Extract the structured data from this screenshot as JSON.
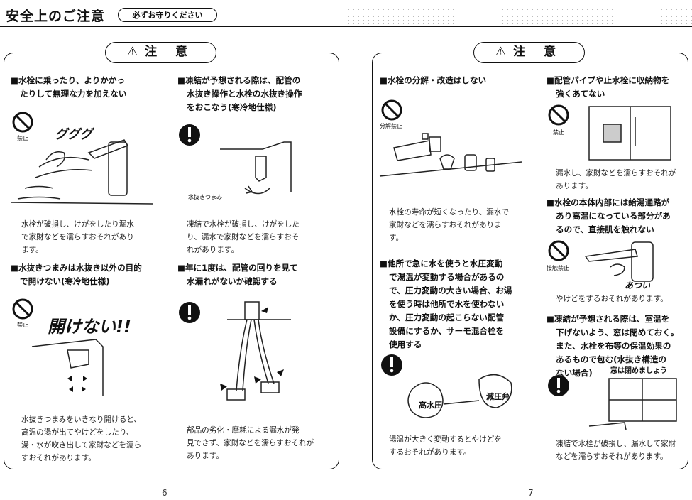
{
  "header": {
    "title": "安全上のご注意",
    "badge": "必ずお守りください"
  },
  "left_page": {
    "panel_title": "注 意",
    "page_number": "6",
    "sections": [
      {
        "heading": [
          "■水栓に乗ったり、よりかかっ",
          "たりして無理な力を加えない"
        ],
        "icon_label": "禁止",
        "sound": "グググ",
        "body": [
          "水栓が破損し、けがをしたり漏水",
          "で家財などを濡らすおそれがあり",
          "ます。"
        ]
      },
      {
        "heading": [
          "■凍結が予想される際は、配管の",
          "水抜き操作と水栓の水抜き操作",
          "をおこなう(寒冷地仕様)"
        ],
        "caption": "水抜きつまみ",
        "body": [
          "凍結で水栓が破損し、けがをした",
          "り、漏水で家財などを濡らすおそ",
          "れがあります。"
        ]
      },
      {
        "heading": [
          "■水抜きつまみは水抜き以外の目的",
          "で開けない(寒冷地仕様)"
        ],
        "icon_label": "禁止",
        "sound": "開けない!!",
        "body": [
          "水抜きつまみをいきなり開けると、",
          "高温の湯が出てやけどをしたり、",
          "湯・水が吹き出して家財などを濡ら",
          "すおそれがあります。"
        ]
      },
      {
        "heading": [
          "■年に1度は、配管の回りを見て",
          "水漏れがないか確認する"
        ],
        "body": [
          "部品の劣化・摩耗による漏水が発",
          "見できず、家財などを濡らすおそれが",
          "あります。"
        ]
      }
    ]
  },
  "right_page": {
    "panel_title": "注 意",
    "page_number": "7",
    "sections": [
      {
        "heading": [
          "■水栓の分解・改造はしない"
        ],
        "icon_label": "分解禁止",
        "body": [
          "水栓の寿命が短くなったり、漏水で",
          "家財などを濡らすおそれがありま",
          "す。"
        ]
      },
      {
        "heading": [
          "■配管パイプや止水栓に収納物を",
          "強くあてない"
        ],
        "icon_label": "禁止",
        "body": [
          "漏水し、家財などを濡らすおそれが",
          "あります。"
        ]
      },
      {
        "heading": [
          "■水栓の本体内部には給湯通路が",
          "あり高温になっている部分があ",
          "るので、直接肌を触れない"
        ],
        "icon_label": "接触禁止",
        "sound": "あつい",
        "body": [
          "やけどをするおそれがあります。"
        ]
      },
      {
        "heading": [
          "■他所で急に水を使うと水圧変動",
          "で湯温が変動する場合があるの",
          "で、圧力変動の大きい場合、お湯",
          "を使う時は他所で水を使わない",
          "か、圧力変動の起こらない配管",
          "設備にするか、サーモ混合栓を",
          "使用する"
        ],
        "cartoon_left": "高水圧",
        "cartoon_right": "減圧弁",
        "body": [
          "湯温が大きく変動するとやけどを",
          "するおそれがあります。"
        ]
      },
      {
        "heading": [
          "■凍結が予想される際は、室温を",
          "下げないよう、窓は閉めておく。",
          "また、水栓を布等の保温効果の",
          "あるもので包む(水抜き構造の",
          "ない場合)"
        ],
        "sound": "窓は閉めましょう",
        "body": [
          "凍結で水栓が破損し、漏水して家財",
          "などを濡らすおそれがあります。"
        ]
      }
    ]
  }
}
